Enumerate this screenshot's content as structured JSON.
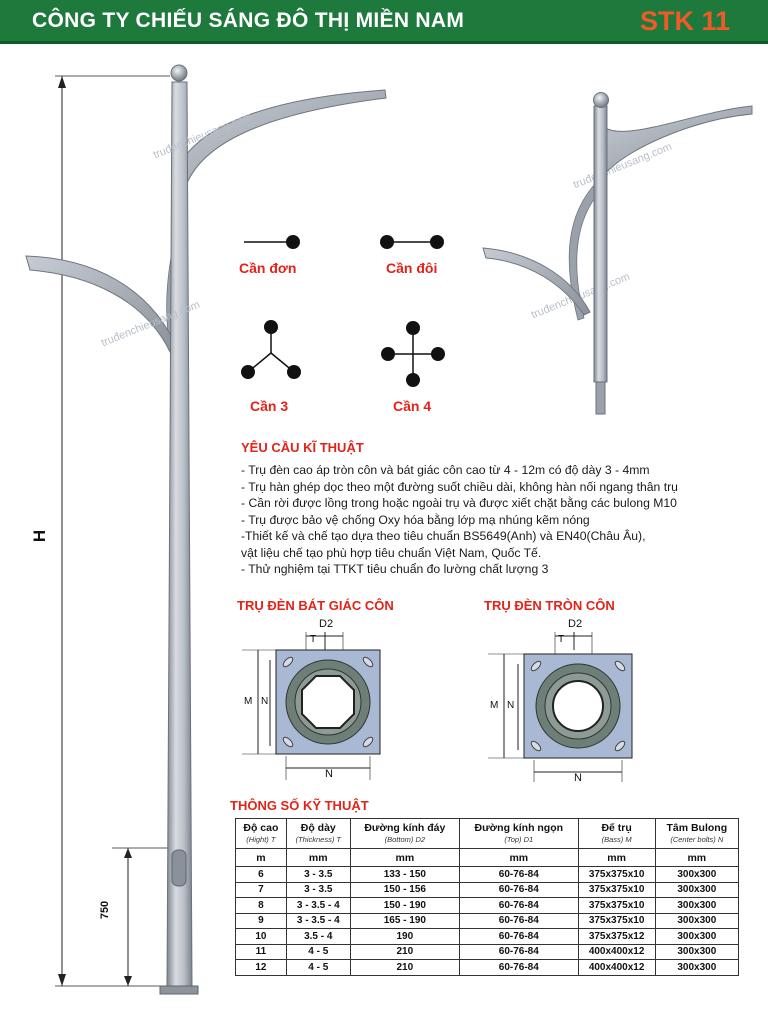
{
  "header": {
    "title": "CÔNG TY CHIẾU SÁNG ĐÔ THỊ MIỀN NAM",
    "code": "STK 11"
  },
  "drawing": {
    "height_label": "H",
    "base_label": "750",
    "watermark": "truđenchieusang.com"
  },
  "arm_types": {
    "single": "Cần đơn",
    "double": "Cần đôi",
    "three": "Cần 3",
    "four": "Cần 4"
  },
  "requirements": {
    "title": "YÊU CẦU KĨ THUẬT",
    "items": [
      "- Trụ đèn cao áp tròn côn và bát giác côn cao từ 4 - 12m có độ dày 3 - 4mm",
      "- Trụ hàn ghép dọc theo một đường suốt chiều dài, không hàn nối ngang thân trụ",
      "- Cần rời được lồng trong hoặc ngoài trụ và được xiết chặt bằng các bulong M10",
      "- Trụ được bảo vệ chống Oxy hóa bằng lớp mạ nhúng kẽm nóng",
      "-Thiết kế và chế tạo dựa theo tiêu chuẩn BS5649(Anh) và EN40(Châu Âu),",
      "vật liệu chế tạo phù hợp tiêu chuẩn Việt Nam, Quốc Tế.",
      "- Thử nghiệm tại TTKT tiêu chuẩn đo lường chất lượng 3"
    ]
  },
  "bases": {
    "octagonal_title": "TRỤ ĐÈN BÁT GIÁC CÔN",
    "round_title": "TRỤ ĐÈN TRÒN CÔN",
    "label_d2": "D2",
    "label_t": "T",
    "label_m": "M",
    "label_n": "N"
  },
  "specs": {
    "title": "THÔNG SỐ KỸ THUẬT",
    "headers": [
      {
        "vi": "Độ cao",
        "en": "(Hight) T"
      },
      {
        "vi": "Độ dày",
        "en": "(Thickness) T"
      },
      {
        "vi": "Đường kính đáy",
        "en": "(Bottom) D2"
      },
      {
        "vi": "Đường kính ngọn",
        "en": "(Top) D1"
      },
      {
        "vi": "Đế trụ",
        "en": "(Bass) M"
      },
      {
        "vi": "Tâm Bulong",
        "en": "(Center bolts) N"
      }
    ],
    "units": [
      "m",
      "mm",
      "mm",
      "mm",
      "mm",
      "mm"
    ],
    "rows": [
      [
        "6",
        "3 - 3.5",
        "133 - 150",
        "60-76-84",
        "375x375x10",
        "300x300"
      ],
      [
        "7",
        "3 - 3.5",
        "150 - 156",
        "60-76-84",
        "375x375x10",
        "300x300"
      ],
      [
        "8",
        "3 - 3.5 - 4",
        "150 - 190",
        "60-76-84",
        "375x375x10",
        "300x300"
      ],
      [
        "9",
        "3 - 3.5 - 4",
        "165 - 190",
        "60-76-84",
        "375x375x10",
        "300x300"
      ],
      [
        "10",
        "3.5 - 4",
        "190",
        "60-76-84",
        "375x375x12",
        "300x300"
      ],
      [
        "11",
        "4 - 5",
        "210",
        "60-76-84",
        "400x400x12",
        "300x300"
      ],
      [
        "12",
        "4 - 5",
        "210",
        "60-76-84",
        "400x400x12",
        "300x300"
      ]
    ]
  },
  "colors": {
    "header_bg": "#1e7a3c",
    "code": "#f05a28",
    "accent_red": "#e2231a",
    "pole_gray": "#a8aeb6",
    "plate_blue": "#a9b9d4"
  }
}
